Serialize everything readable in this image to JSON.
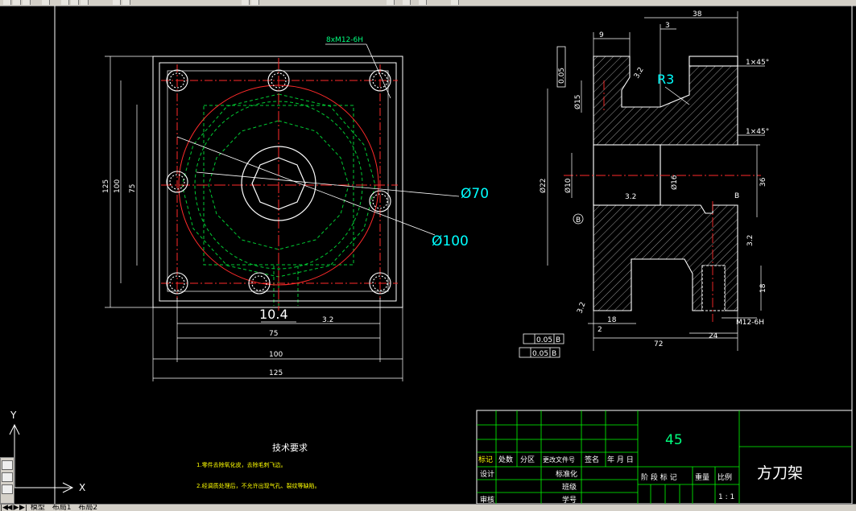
{
  "window": {
    "title": "方刀架"
  },
  "tabs": {
    "nav": [
      "|◀",
      "◀",
      "▶",
      "▶|"
    ],
    "model": "模型",
    "layout1": "布局1",
    "layout2": "布局2"
  },
  "ucs": {
    "x": "X",
    "y": "Y"
  },
  "top_view": {
    "callout_thread": "8xM12-6H",
    "dim_phi70": "Ø70",
    "dim_phi100": "Ø100",
    "dim_10_4": "10.4",
    "dim_75": "75",
    "dim_100": "100",
    "dim_125": "125",
    "vdim_125": "125",
    "vdim_100": "100",
    "vdim_75": "75",
    "roughness": "3.2"
  },
  "section_view": {
    "dim_9": "9",
    "dim_3": "3",
    "dim_38": "38",
    "r3": "R3",
    "chamfer_top": "1×45°",
    "chamfer_mid": "1×45°",
    "tol_flat": "0.05",
    "phi15": "Ø15",
    "phi_small": "Ø10",
    "phi_big": "Ø22",
    "phi_mid": "Ø16",
    "dim_36": "36",
    "dim_18": "18",
    "dim_2": "2",
    "dim_18b": "18",
    "dim_24": "24",
    "dim_72": "72",
    "thread": "M12-6H",
    "r32a": "3.2",
    "r32b": "3.2",
    "r32c": "3.2",
    "r32d": "3.2",
    "datum": "B",
    "ref_b": "B",
    "fcf1_val": "0.05",
    "fcf1_ref": "B",
    "fcf2_val": "0.05",
    "fcf2_ref": "B"
  },
  "notes": {
    "heading": "技术要求",
    "line1": "1.零件去除氧化皮，去除毛刺飞边。",
    "line2": "2.经调质处理后，不允许出现气孔、裂纹等缺陷。"
  },
  "title_block": {
    "material": "45",
    "part_name": "方刀架",
    "h_mark": "标记",
    "h_count": "处数",
    "h_zone": "分区",
    "h_docno": "更改文件号",
    "h_sign": "签名",
    "h_date": "年 月 日",
    "r_design": "设计",
    "r_std": "标准化",
    "r_grade": "班级",
    "r_review": "审核",
    "r_seq": "学号",
    "c_stage": "阶 段 标 记",
    "c_weight": "重量",
    "c_scale": "比例",
    "scale_val": "1 : 1"
  },
  "colors": {
    "background": "#000000",
    "frame": "#ffffff",
    "center": "#ff2a2a",
    "hidden": "#00cc33",
    "dim": "#00ff7f",
    "note": "#ffff00",
    "leader": "#00ffff"
  }
}
